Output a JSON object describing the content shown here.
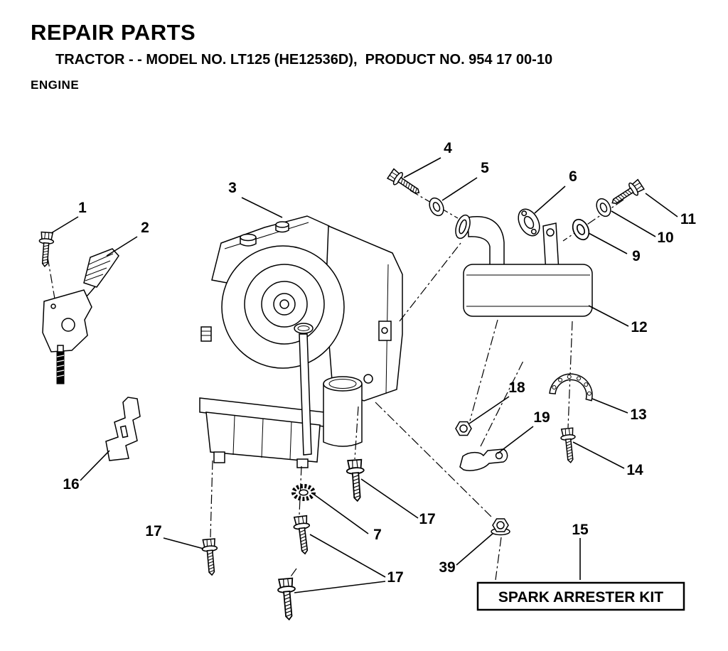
{
  "page": {
    "title": "REPAIR PARTS",
    "subtitle": "TRACTOR - - MODEL NO. LT125 (HE12536D),  PRODUCT NO. 954 17 00-10",
    "section": "ENGINE"
  },
  "diagram": {
    "type": "exploded-parts-diagram",
    "callouts": {
      "c1": "1",
      "c2": "2",
      "c3": "3",
      "c4": "4",
      "c5": "5",
      "c6": "6",
      "c7": "7",
      "c9": "9",
      "c10": "10",
      "c11": "11",
      "c12": "12",
      "c13": "13",
      "c14": "14",
      "c15": "15",
      "c16": "16",
      "c17a": "17",
      "c17b": "17",
      "c17c": "17",
      "c18": "18",
      "c19": "19",
      "c39": "39"
    },
    "labels": {
      "spark_arrester_kit": "SPARK ARRESTER KIT"
    },
    "colors": {
      "ink": "#000000",
      "paper": "#ffffff"
    }
  }
}
